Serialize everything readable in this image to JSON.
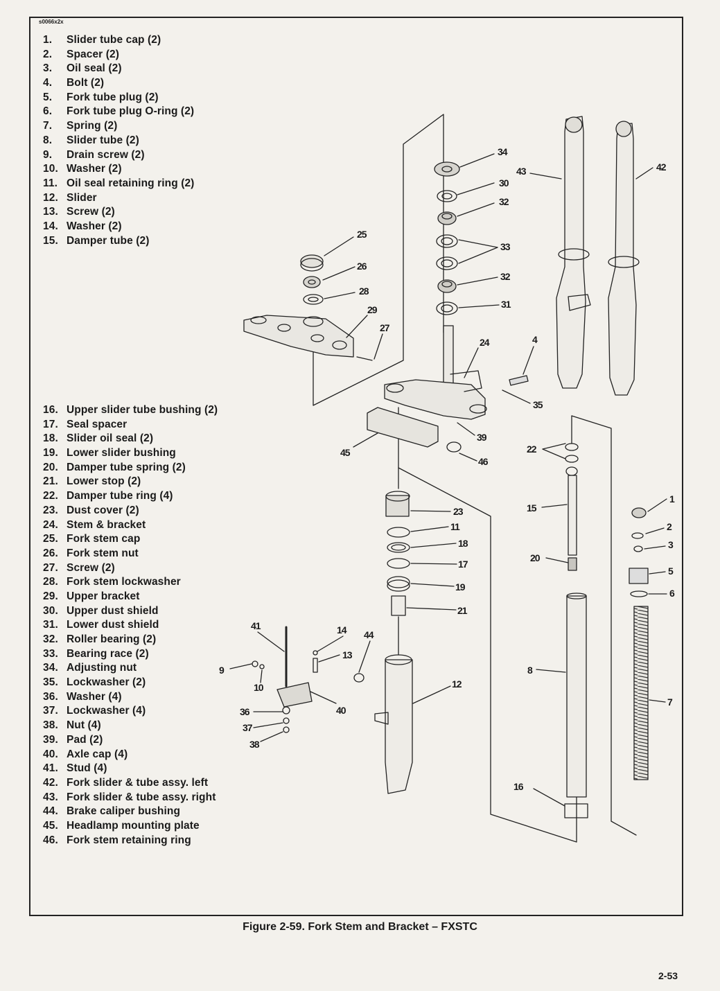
{
  "figure_id": "s0066x2x",
  "parts_list_a": [
    {
      "num": "1.",
      "label": "Slider tube cap (2)"
    },
    {
      "num": "2.",
      "label": "Spacer (2)"
    },
    {
      "num": "3.",
      "label": "Oil seal (2)"
    },
    {
      "num": "4.",
      "label": "Bolt (2)"
    },
    {
      "num": "5.",
      "label": "Fork tube plug (2)"
    },
    {
      "num": "6.",
      "label": "Fork tube plug O-ring (2)"
    },
    {
      "num": "7.",
      "label": "Spring (2)"
    },
    {
      "num": "8.",
      "label": "Slider tube (2)"
    },
    {
      "num": "9.",
      "label": "Drain screw (2)"
    },
    {
      "num": "10.",
      "label": "Washer (2)"
    },
    {
      "num": "11.",
      "label": "Oil seal retaining ring (2)"
    },
    {
      "num": "12.",
      "label": "Slider"
    },
    {
      "num": "13.",
      "label": "Screw (2)"
    },
    {
      "num": "14.",
      "label": "Washer (2)"
    },
    {
      "num": "15.",
      "label": "Damper tube (2)"
    }
  ],
  "parts_list_b": [
    {
      "num": "16.",
      "label": "Upper slider tube bushing (2)"
    },
    {
      "num": "17.",
      "label": "Seal spacer"
    },
    {
      "num": "18.",
      "label": "Slider oil seal (2)"
    },
    {
      "num": "19.",
      "label": "Lower slider bushing"
    },
    {
      "num": "20.",
      "label": "Damper tube spring (2)"
    },
    {
      "num": "21.",
      "label": "Lower stop (2)"
    },
    {
      "num": "22.",
      "label": "Damper tube ring (4)"
    },
    {
      "num": "23.",
      "label": "Dust cover (2)"
    },
    {
      "num": "24.",
      "label": "Stem & bracket"
    },
    {
      "num": "25.",
      "label": "Fork stem cap"
    },
    {
      "num": "26.",
      "label": "Fork stem nut"
    },
    {
      "num": "27.",
      "label": "Screw (2)"
    },
    {
      "num": "28.",
      "label": "Fork stem lockwasher"
    },
    {
      "num": "29.",
      "label": "Upper bracket"
    },
    {
      "num": "30.",
      "label": "Upper dust shield"
    },
    {
      "num": "31.",
      "label": "Lower dust shield"
    },
    {
      "num": "32.",
      "label": "Roller bearing (2)"
    },
    {
      "num": "33.",
      "label": "Bearing race (2)"
    },
    {
      "num": "34.",
      "label": "Adjusting nut"
    },
    {
      "num": "35.",
      "label": "Lockwasher (2)"
    },
    {
      "num": "36.",
      "label": "Washer (4)"
    },
    {
      "num": "37.",
      "label": "Lockwasher (4)"
    },
    {
      "num": "38.",
      "label": "Nut (4)"
    },
    {
      "num": "39.",
      "label": "Pad (2)"
    },
    {
      "num": "40.",
      "label": "Axle cap (4)"
    },
    {
      "num": "41.",
      "label": "Stud (4)"
    },
    {
      "num": "42.",
      "label": "Fork slider & tube assy. left"
    },
    {
      "num": "43.",
      "label": "Fork slider & tube assy. right"
    },
    {
      "num": "44.",
      "label": "Brake caliper bushing"
    },
    {
      "num": "45.",
      "label": "Headlamp mounting plate"
    },
    {
      "num": "46.",
      "label": "Fork stem retaining ring"
    }
  ],
  "callouts": [
    "1",
    "2",
    "3",
    "4",
    "5",
    "6",
    "7",
    "8",
    "9",
    "10",
    "11",
    "12",
    "13",
    "14",
    "15",
    "16",
    "17",
    "18",
    "19",
    "20",
    "21",
    "22",
    "23",
    "24",
    "25",
    "26",
    "27",
    "28",
    "29",
    "30",
    "31",
    "32",
    "33",
    "34",
    "35",
    "36",
    "37",
    "38",
    "39",
    "40",
    "41",
    "42",
    "43",
    "44",
    "45",
    "46"
  ],
  "caption": "Figure 2-59. Fork Stem and Bracket – FXSTC",
  "page_number": "2-53"
}
